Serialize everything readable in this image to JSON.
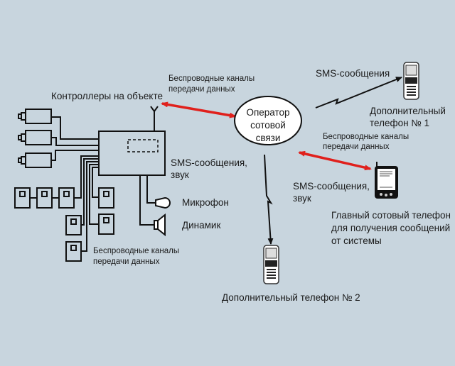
{
  "colors": {
    "background": "#c8d5de",
    "wireless_link": "#e0201c",
    "line": "#111111"
  },
  "labels": {
    "wireless_top": [
      "Беспроводные каналы",
      "передачи данных"
    ],
    "controllers": "Контроллеры на объекте",
    "sms_top": "SMS-сообщения",
    "extra_phone_1": [
      "Дополнительный",
      "телефон № 1"
    ],
    "wireless_right": [
      "Беспроводные каналы",
      "передачи данных"
    ],
    "sms_sound_left": [
      "SMS-сообщения,",
      "звук"
    ],
    "sms_sound_right": [
      "SMS-сообщения,",
      "звук"
    ],
    "microphone": "Микрофон",
    "speaker": "Динамик",
    "main_phone": [
      "Главный сотовый телефон",
      "для получения сообщений",
      "от системы"
    ],
    "wireless_bottom": [
      "Беспроводные каналы",
      "передачи данных"
    ],
    "extra_phone_2": "Дополнительный телефон № 2",
    "operator": [
      "Оператор",
      "сотовой",
      "связи"
    ]
  }
}
